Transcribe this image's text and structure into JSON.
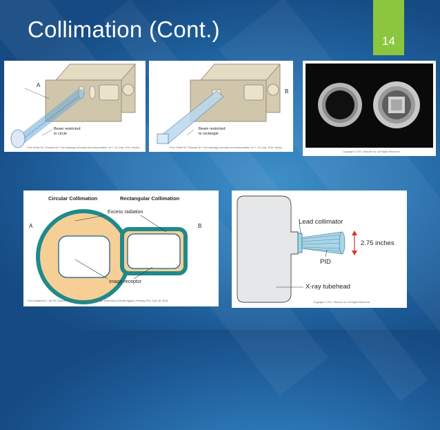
{
  "slide": {
    "title": "Collimation (Cont.)",
    "number": "14"
  },
  "panels": {
    "circle_device": {
      "label": "A",
      "annotation_line1": "Beam restricted",
      "annotation_line2": "to circle",
      "caption": "From White SC, Pharoah MJ: Oral radiology: principles and interpretation, ed 7, St Louis, 2014, Mosby."
    },
    "rectangle_device": {
      "label": "B",
      "annotation_line1": "Beam restricted",
      "annotation_line2": "to rectangle",
      "caption": "From White SC, Pharoah MJ: Oral radiology: principles and interpretation, ed 7, St Louis, 2014, Mosby."
    },
    "photo": {
      "caption": "Copyright © 2017, Elsevier Inc. All Rights Reserved."
    },
    "collimation_comparison": {
      "heading_left": "Circular Collimation",
      "heading_right": "Rectangular Collimation",
      "excess_label": "Excess radiation",
      "label_a": "A",
      "label_b": "B",
      "receptor_label": "Image receptor",
      "caption": "From Gadelhena G, Jain RK: Reduce radiation with rectangular collimation. Dimensions of Dental Hygiene. February 2013; 11(2): 46, 48-50."
    },
    "tubehead": {
      "collimator_label": "Lead collimator",
      "dimension_label": "2.75 inches",
      "pid_label": "PID",
      "tubehead_label": "X-ray tubehead",
      "caption": "Copyright © 2017, Elsevier Inc. All Rights Reserved."
    }
  },
  "colors": {
    "accent_green": "#8cc63f",
    "excess_fill": "#f5cf96",
    "ring_teal": "#1f8a8a",
    "receptor_outline": "#1e5e8e",
    "arrow_red": "#d8322d"
  }
}
